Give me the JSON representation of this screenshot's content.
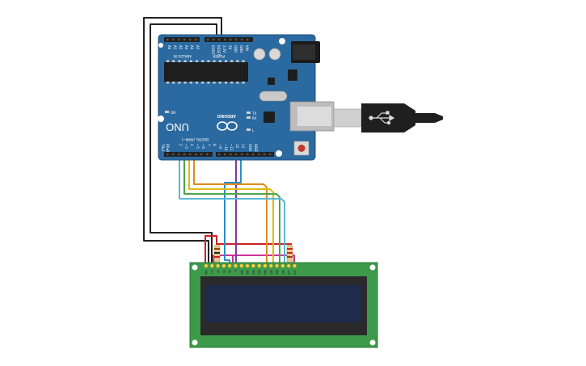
{
  "board": {
    "model_label": "UNO",
    "brand_label": "ARDUINO",
    "digital_header_label": "DIGITAL (PWM~)",
    "analog_header_label": "ANALOG IN",
    "power_header_label": "POWER",
    "on_label": "ON",
    "tx_label": "TX",
    "rx_label": "RX",
    "l_label": "L",
    "aref_label": "AREF",
    "gnd_label": "GND",
    "txd_label": "TX▸1",
    "rxd_label": "RX◂0",
    "digital_pins": [
      "13",
      "12",
      "~11",
      "~10",
      "~9",
      "8",
      "7",
      "~6",
      "~5",
      "4",
      "~3",
      "2"
    ],
    "analog_pins": [
      "A0",
      "A1",
      "A2",
      "A3",
      "A4",
      "A5"
    ],
    "power_pins": [
      "IOREF",
      "RESET",
      "3.3V",
      "5V",
      "GND",
      "GND",
      "VIN"
    ]
  },
  "lcd": {
    "pin_labels": [
      "GND",
      "VCC",
      "V0",
      "RS",
      "RW",
      "E",
      "DB0",
      "DB1",
      "DB2",
      "DB3",
      "DB4",
      "DB5",
      "DB6",
      "DB7",
      "LED",
      "LED"
    ]
  },
  "usb": {
    "icon": "usb-icon"
  },
  "colors": {
    "board": "#2b6aa1",
    "board_edge": "#1f4f7a",
    "pcb": "#3d9a4b",
    "lcd_screen": "#1f2b4a",
    "wire_black": "#222222",
    "wire_red": "#cc2222",
    "wire_orange": "#e08a1e",
    "wire_yellow": "#e3b81c",
    "wire_green": "#4aa64a",
    "wire_lightblue": "#57b8d9",
    "wire_blue": "#2a8fc9",
    "wire_purple": "#7d3aa0",
    "wire_magenta": "#cc3399"
  }
}
